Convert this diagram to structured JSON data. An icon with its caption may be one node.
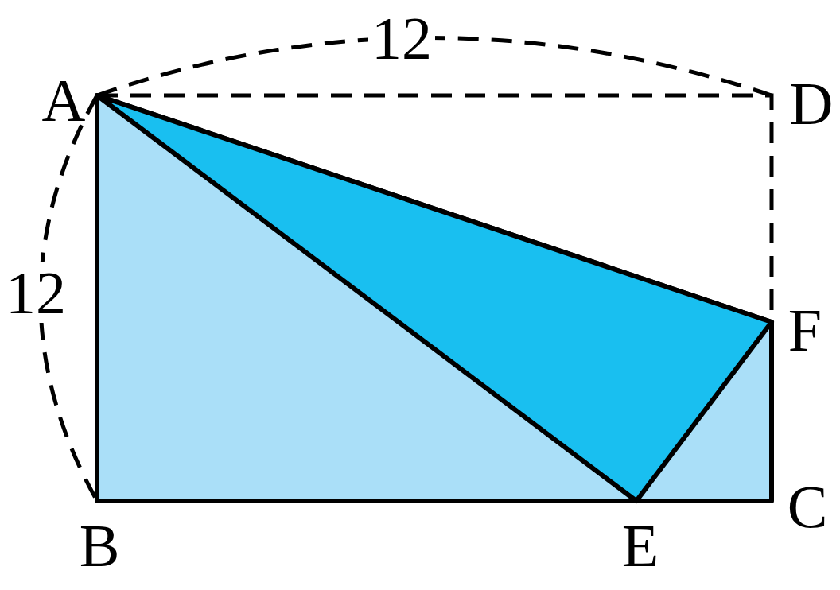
{
  "diagram": {
    "labels": [
      "12",
      "A",
      "D",
      "12",
      "F",
      "C",
      "B",
      "E"
    ]
  }
}
